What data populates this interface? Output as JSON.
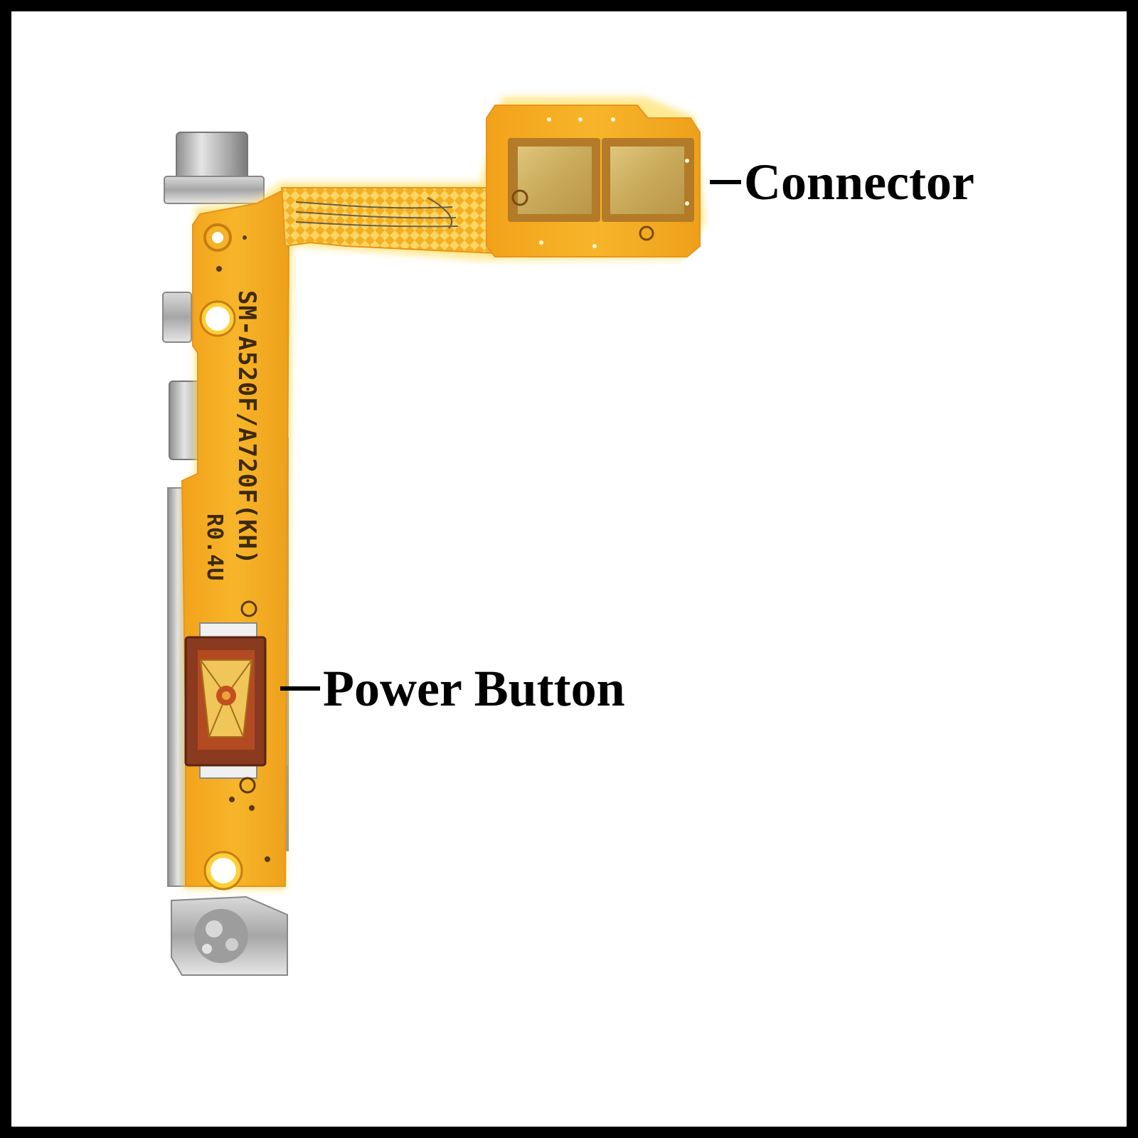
{
  "labels": {
    "connector": "Connector",
    "power_button": "Power Button"
  },
  "printed_text": {
    "model_marking": "SM-A520F/A720F(KH)",
    "revision_marking": "R0.4U"
  },
  "colors": {
    "frame": "#000000",
    "background": "#ffffff",
    "flex_pcb": "#f4a81c",
    "flex_highlight": "#ffd84a",
    "gold_pad": "#cdb064",
    "metal_bracket": "#b8b8b8",
    "switch_body": "#8a3a1e",
    "label_text": "#000000"
  }
}
